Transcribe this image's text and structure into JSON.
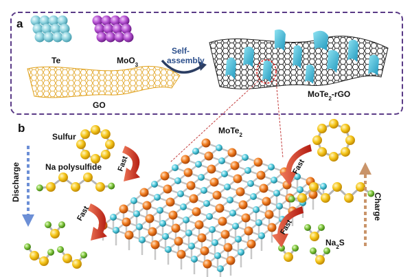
{
  "panels": {
    "a": "a",
    "b": "b"
  },
  "panel_a": {
    "te_label": "Te",
    "moo3_label_main": "MoO",
    "moo3_label_sub": "3",
    "go_label": "GO",
    "arrow_label_line1": "Self-",
    "arrow_label_line2": "assembly",
    "product_label_pre": "MoTe",
    "product_label_sub": "2",
    "product_label_post": "-rGO"
  },
  "panel_b": {
    "mote2_label_main": "MoTe",
    "mote2_label_sub": "2",
    "sulfur_label": "Sulfur",
    "polysulfide_label": "Na polysulfide",
    "discharge_label": "Discharge",
    "charge_label": "Charge",
    "fast_label": "Fast",
    "na2s_main": "Na",
    "na2s_sub": "2",
    "na2s_post": "S"
  },
  "colors": {
    "panel_a_border": "#5a3a86",
    "te_spheres": "#8fd3df",
    "moo3_spheres": "#b34fd0",
    "go_sheet": "#e3a820",
    "rgo_sheet": "#222222",
    "mote2_flakes": "#38b6d6",
    "sulfur_atoms": "#f5c518",
    "sodium_atoms": "#7cc23a",
    "mote2_te": "#4ec9dc",
    "mote2_mo": "#f07a1c",
    "fast_arrow": "#d42a1c",
    "discharge_arrow": "#6c8fd6",
    "charge_arrow": "#c9946a",
    "zoom_circle": "#d42a2a",
    "self_assembly_text": "#2c4f8c"
  }
}
